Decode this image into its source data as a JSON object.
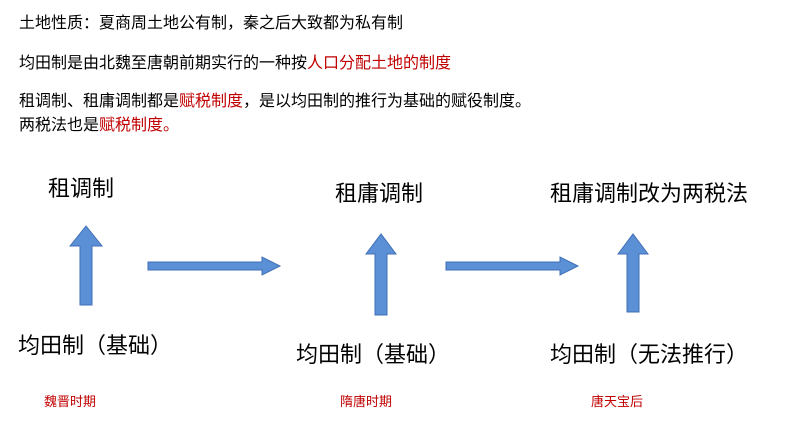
{
  "notes": {
    "line1": "土地性质：夏商周土地公有制，秦之后大致都为私有制",
    "line2_prefix": "均田制是由北魏至唐朝前期实行的一种按",
    "line2_highlight": "人口分配土地的制度",
    "line3_prefix": "租调制、租庸调制都是",
    "line3_highlight": "赋税制度",
    "line3_suffix": "，是以均田制的推行为基础的赋役制度。",
    "line4_prefix": "两税法也是",
    "line4_highlight": "赋税制度。"
  },
  "stages": [
    {
      "tax": "租调制",
      "land": "均田制（基础）",
      "period": "魏晋时期"
    },
    {
      "tax": "租庸调制",
      "land": "均田制（基础）",
      "period": "隋唐时期"
    },
    {
      "tax": "租庸调制改为两税法",
      "land": "均田制（无法推行）",
      "period": "唐天宝后"
    }
  ],
  "colors": {
    "highlight": "#c00000",
    "arrow_fill": "#5b8fd6",
    "arrow_stroke": "#3f6fb5"
  }
}
